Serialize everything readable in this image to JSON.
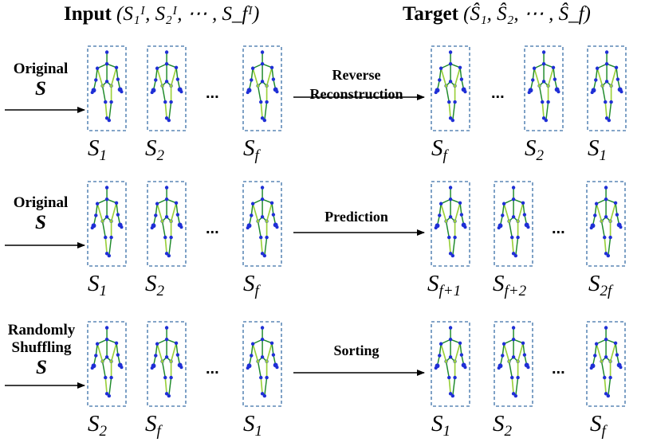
{
  "header": {
    "input_label": "Input",
    "input_math": "(S₁ᴵ, S₂ᴵ, ⋯ , S_fᴵ)",
    "target_label": "Target",
    "target_math": "(Ŝ₁, Ŝ₂, ⋯ , Ŝ_f)"
  },
  "rows": [
    {
      "side_line1": "Original",
      "side_line2": "S",
      "task": [
        "Reverse",
        "Reconstruction"
      ],
      "input_labels": [
        [
          "S",
          "1"
        ],
        [
          "S",
          "2"
        ],
        [
          "S",
          "f"
        ]
      ],
      "target_labels": [
        [
          "S",
          "f"
        ],
        [
          "S",
          "2"
        ],
        [
          "S",
          "1"
        ]
      ]
    },
    {
      "side_line1": "Original",
      "side_line2": "S",
      "task": [
        "Prediction"
      ],
      "input_labels": [
        [
          "S",
          "1"
        ],
        [
          "S",
          "2"
        ],
        [
          "S",
          "f"
        ]
      ],
      "target_labels": [
        [
          "S",
          "f+1"
        ],
        [
          "S",
          "f+2"
        ],
        [
          "S",
          "2f"
        ]
      ]
    },
    {
      "side_line1": "Randomly Shuffling",
      "side_line2": "S",
      "task": [
        "Sorting"
      ],
      "input_labels": [
        [
          "S",
          "2"
        ],
        [
          "S",
          "f"
        ],
        [
          "S",
          "1"
        ]
      ],
      "target_labels": [
        [
          "S",
          "1"
        ],
        [
          "S",
          "2"
        ],
        [
          "S",
          "f"
        ]
      ]
    }
  ],
  "ellipsis": "...",
  "colors": {
    "box_border": "#3a6fa8",
    "joint": "#1f2fd6",
    "bone_dark": "#1e8a2a",
    "bone_light": "#9ad03a",
    "arrow": "#000000"
  }
}
